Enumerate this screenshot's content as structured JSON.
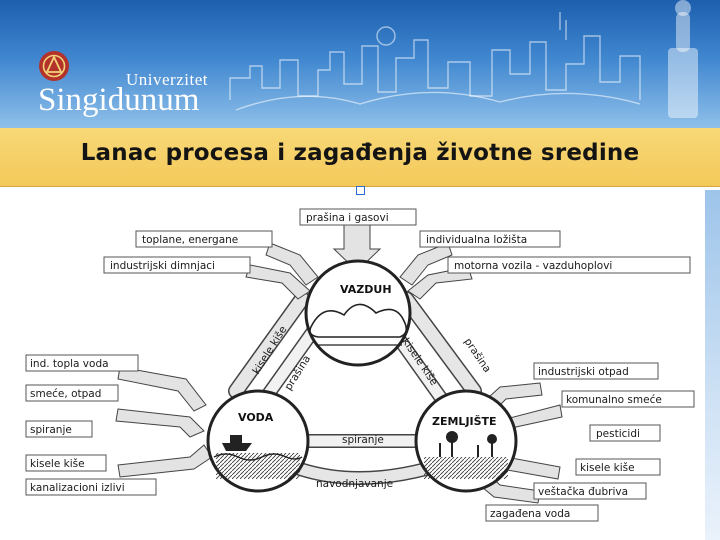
{
  "header": {
    "logo_small": "Univerzitet",
    "logo_name": "Singidunum",
    "title": "Lanac procesa i zagađenja životne sredine"
  },
  "diagram": {
    "nodes": {
      "air": "VAZDUH",
      "water": "VODA",
      "soil": "ZEMLJIŠTE"
    },
    "top_label": "prašina i gasovi",
    "air_sources_left": [
      "toplane, energane",
      "industrijski dimnjaci"
    ],
    "air_sources_right": [
      "individualna ložišta",
      "motorna vozila - vazduhoplovi"
    ],
    "water_sources": [
      "ind. topla voda",
      "smeće, otpad",
      "spiranje",
      "kisele kiše",
      "kanalizacioni izlivi"
    ],
    "soil_sources": [
      "industrijski otpad",
      "komunalno smeće",
      "pesticidi",
      "kisele kiše",
      "veštačka đubriva",
      "zagađena voda"
    ],
    "cycle_labels": {
      "air_water_down": "kisele kiše",
      "water_air_up": "prašina",
      "air_soil_down": "kisele kiše",
      "soil_air_up": "prašina",
      "soil_water": "spiranje",
      "water_soil": "navodnjavanje"
    }
  },
  "colors": {
    "banner_top": "#1d5fae",
    "title_bar": "#f3c95a",
    "logo_seal": "#b3322a"
  }
}
